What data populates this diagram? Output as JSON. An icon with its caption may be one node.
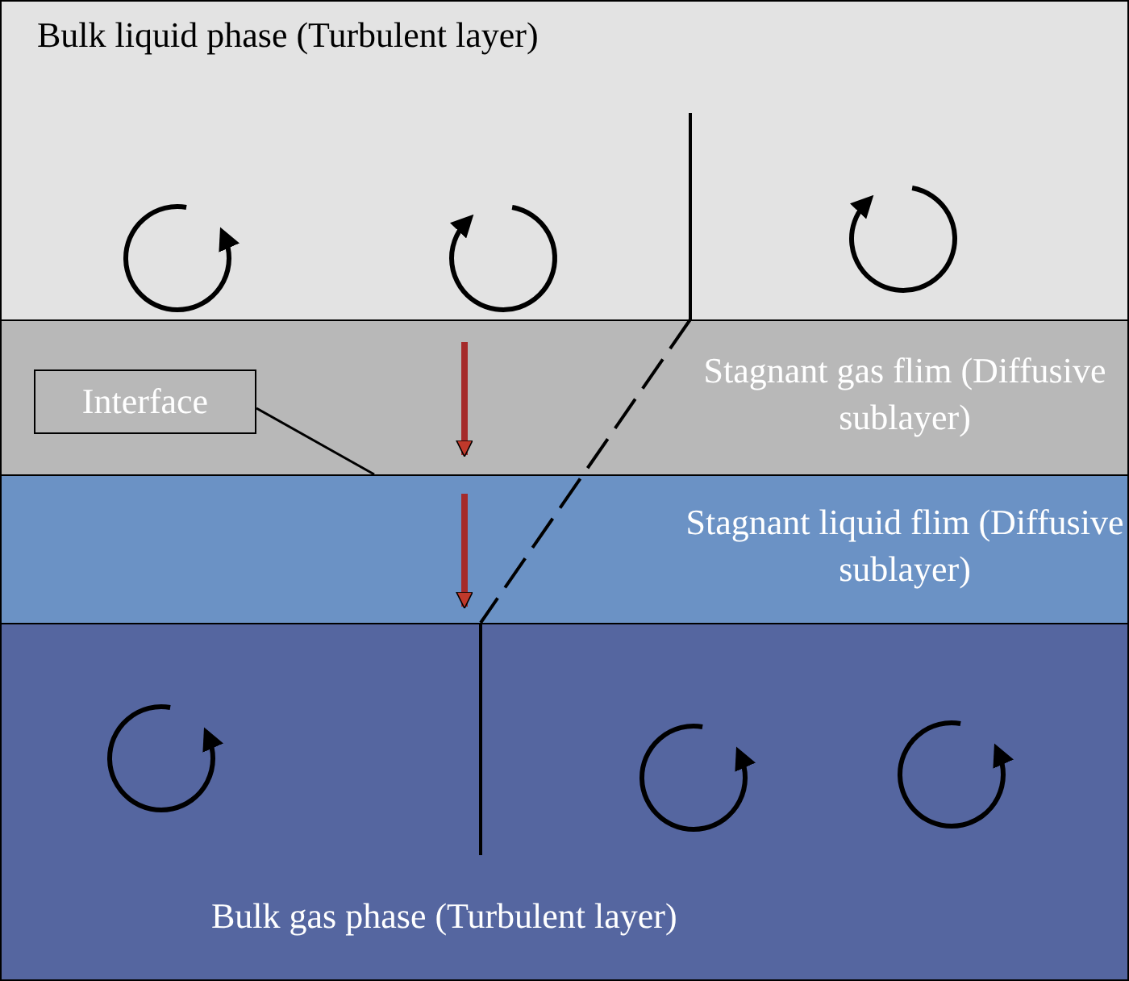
{
  "diagram": {
    "nodes": [
      {
        "text": [
          "Bulk liquid phase (Turbulent layer)"
        ]
      },
      {
        "text": [
          "Stagnant gas flim (Diffusive sublayer)"
        ]
      },
      {
        "text": [
          "Stagnant liquid flim (Diffusive sublayer)"
        ]
      },
      {
        "text": [
          "Bulk gas phase (Turbulent layer)"
        ]
      },
      {
        "text": [
          "Interface"
        ],
        "in": 1
      }
    ],
    "edges": [
      {
        "from": 4,
        "to": 2,
        "arrow": "none"
      }
    ]
  }
}
